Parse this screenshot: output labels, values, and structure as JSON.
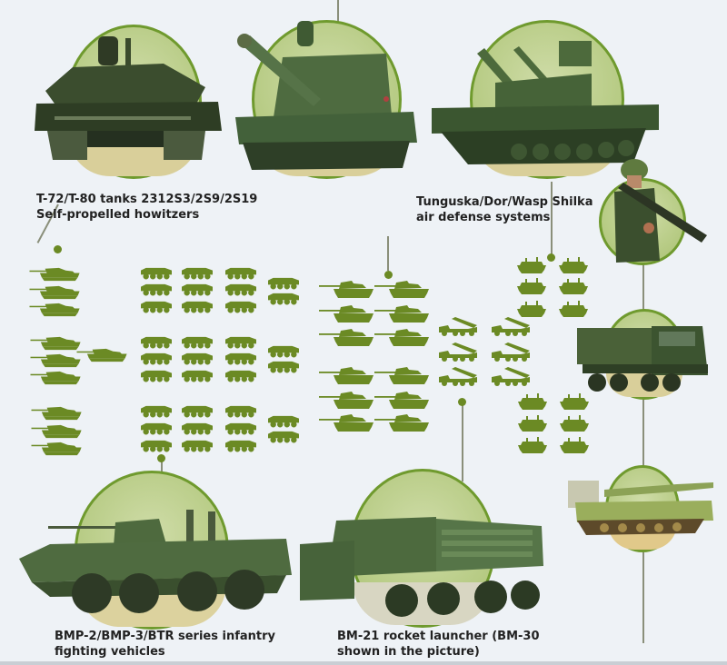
{
  "colors": {
    "background": "#eef2f6",
    "icon_green": "#6b8a24",
    "circle_border": "#6f9a2e",
    "circle_fill": "#b8cc86",
    "caption_text": "#222222"
  },
  "captions": {
    "tanks_howitzers": {
      "line1": "T-72/T-80 tanks 2312S3/2S9/2S19",
      "line2": "Self-propelled howitzers"
    },
    "air_defense": {
      "line1": "Tunguska/Dor/Wasp Shilka",
      "line2": "air defense systems"
    },
    "infantry_vehicles": {
      "line1": "BMP-2/BMP-3/BTR series infantry",
      "line2": "fighting vehicles"
    },
    "rocket_launcher": {
      "line1": "BM-21 rocket launcher (BM-30",
      "line2": "shown in the picture)"
    }
  },
  "photos": [
    {
      "name": "tank-photo",
      "label": "T-72/T-80 tank"
    },
    {
      "name": "howitzer-photo",
      "label": "Self-propelled howitzer"
    },
    {
      "name": "air-defense-photo",
      "label": "Tunguska air defense system"
    },
    {
      "name": "soldier-manpads-photo",
      "label": "Soldier with MANPADS"
    },
    {
      "name": "truck-photo",
      "label": "Military truck"
    },
    {
      "name": "engineering-vehicle-photo",
      "label": "Armored engineering vehicle"
    },
    {
      "name": "ifv-photo",
      "label": "BTR infantry fighting vehicle"
    },
    {
      "name": "rocket-launcher-photo",
      "label": "BM-30 rocket launcher"
    }
  ],
  "icon_groups": {
    "tanks": {
      "icon": "tank-icon",
      "count": 10
    },
    "ifvs": {
      "icon": "ifv-icon",
      "count": 33
    },
    "howitzers": {
      "icon": "howitzer-icon",
      "count": 12
    },
    "rocket_launchers": {
      "icon": "rocket-launcher-icon",
      "count": 6
    },
    "air_defense": {
      "icon": "air-defense-icon",
      "count": 12
    }
  }
}
